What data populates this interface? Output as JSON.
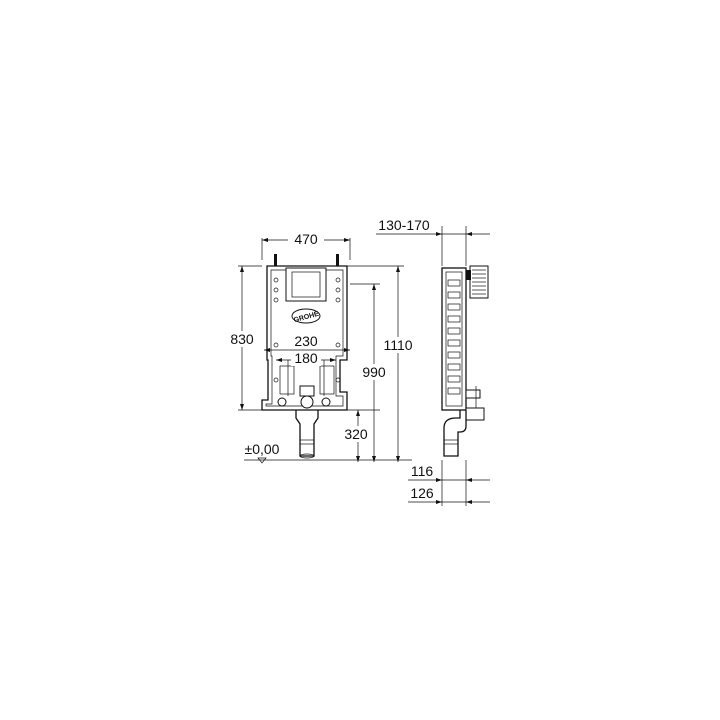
{
  "dimensions": {
    "width_top": "470",
    "side_depth_top": "130-170",
    "height_left": "830",
    "inner_width": "230",
    "inner_width_small": "180",
    "height_1110": "1110",
    "height_990": "990",
    "height_320": "320",
    "floor_level": "±0,00",
    "side_116": "116",
    "side_126": "126"
  },
  "logo": {
    "text": "GROHE"
  }
}
